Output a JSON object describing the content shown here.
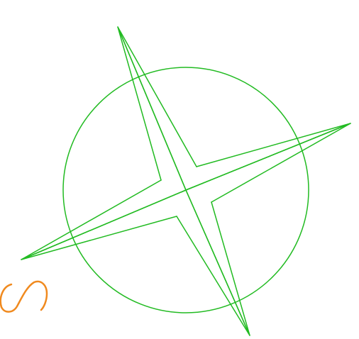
{
  "drawing": {
    "colors": {
      "compass": "#22bb22",
      "letter": "#f08a1f",
      "background": "#ffffff"
    },
    "compass": {
      "element": "compass-rose",
      "points": 4,
      "has_circle": true
    },
    "letter_mark": {
      "element": "orange-handwritten-s-icon",
      "stroke": "freehand"
    }
  }
}
